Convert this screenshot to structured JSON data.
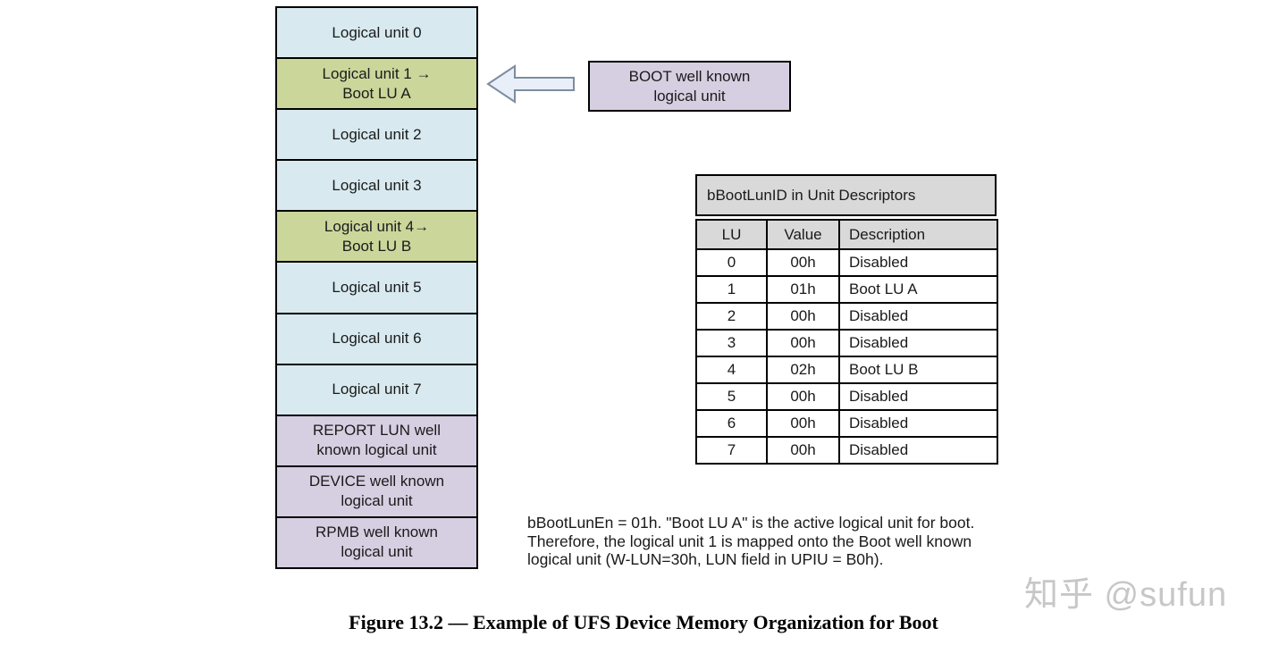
{
  "stack": {
    "items": [
      {
        "line1": "Logical unit 0"
      },
      {
        "line1": "Logical unit 1 →",
        "line2": "Boot LU A"
      },
      {
        "line1": "Logical unit 2"
      },
      {
        "line1": "Logical unit 3"
      },
      {
        "line1": "Logical unit 4→",
        "line2": "Boot LU B"
      },
      {
        "line1": "Logical unit 5"
      },
      {
        "line1": "Logical unit 6"
      },
      {
        "line1": "Logical unit 7"
      },
      {
        "line1": "REPORT LUN well",
        "line2": "known logical unit"
      },
      {
        "line1": "DEVICE well known",
        "line2": "logical unit"
      },
      {
        "line1": "RPMB well known",
        "line2": "logical unit"
      }
    ]
  },
  "boot_callout": {
    "line1": "BOOT well known",
    "line2": "logical unit"
  },
  "table": {
    "title": "bBootLunID in Unit Descriptors",
    "columns": [
      "LU",
      "Value",
      "Description"
    ],
    "rows": [
      [
        "0",
        "00h",
        "Disabled"
      ],
      [
        "1",
        "01h",
        "Boot LU A"
      ],
      [
        "2",
        "00h",
        "Disabled"
      ],
      [
        "3",
        "00h",
        "Disabled"
      ],
      [
        "4",
        "02h",
        "Boot LU B"
      ],
      [
        "5",
        "00h",
        "Disabled"
      ],
      [
        "6",
        "00h",
        "Disabled"
      ],
      [
        "7",
        "00h",
        "Disabled"
      ]
    ]
  },
  "note": {
    "line1": "bBootLunEn = 01h. \"Boot LU A\" is the active logical unit for boot.",
    "line2": "Therefore, the logical unit 1 is mapped onto the Boot well known",
    "line3": "logical unit (W-LUN=30h, LUN field in UPIU = B0h)."
  },
  "caption": "Figure 13.2 — Example of UFS Device Memory Organization for Boot",
  "watermark": "知乎 @sufun",
  "colors": {
    "normal_lu_fill": "#d8eaf0",
    "boot_lu_fill": "#cbd69b",
    "wellknown_lu_fill": "#d6cee1",
    "table_header_fill": "#d9d9d9",
    "arrow_fill": "#e9eff8",
    "arrow_stroke": "#7d8da0",
    "border": "#000000"
  }
}
